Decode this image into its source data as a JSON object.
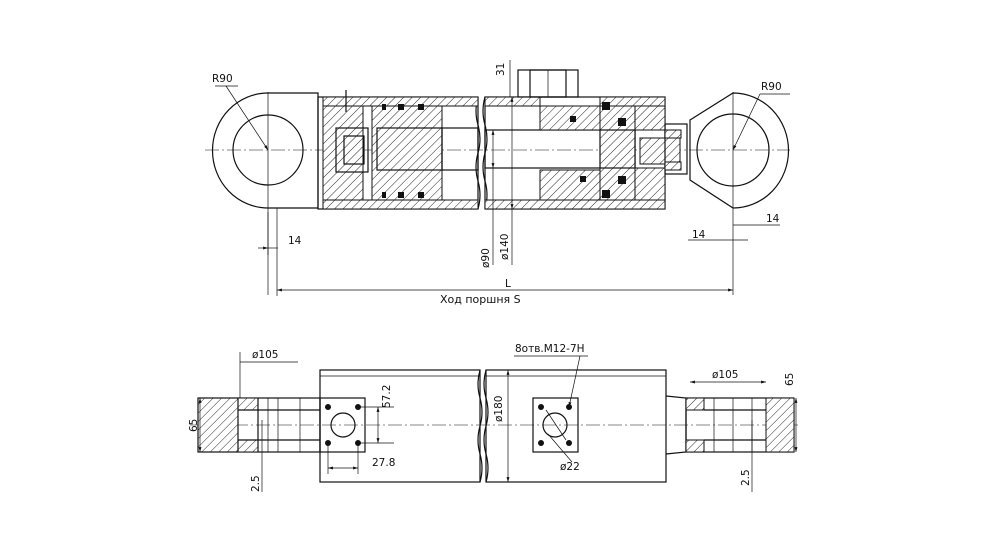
{
  "labels": {
    "r90_left": "R90",
    "r90_right": "R90",
    "dim_31": "31",
    "dim_14_left": "14",
    "dim_14_right_a": "14",
    "dim_14_right_b": "14",
    "dia_90": "ø90",
    "dia_140": "ø140",
    "length_l": "L",
    "stroke": "Ход поршня S",
    "dia_105_left": "ø105",
    "dia_105_right": "ø105",
    "dim_65_left": "65",
    "dim_65_right": "65",
    "dim_25_left": "2.5",
    "dim_25_right": "2.5",
    "dim_572": "57.2",
    "dim_278": "27.8",
    "dia_180": "ø180",
    "thread": "8отв.М12-7Н",
    "dia_22": "ø22"
  }
}
